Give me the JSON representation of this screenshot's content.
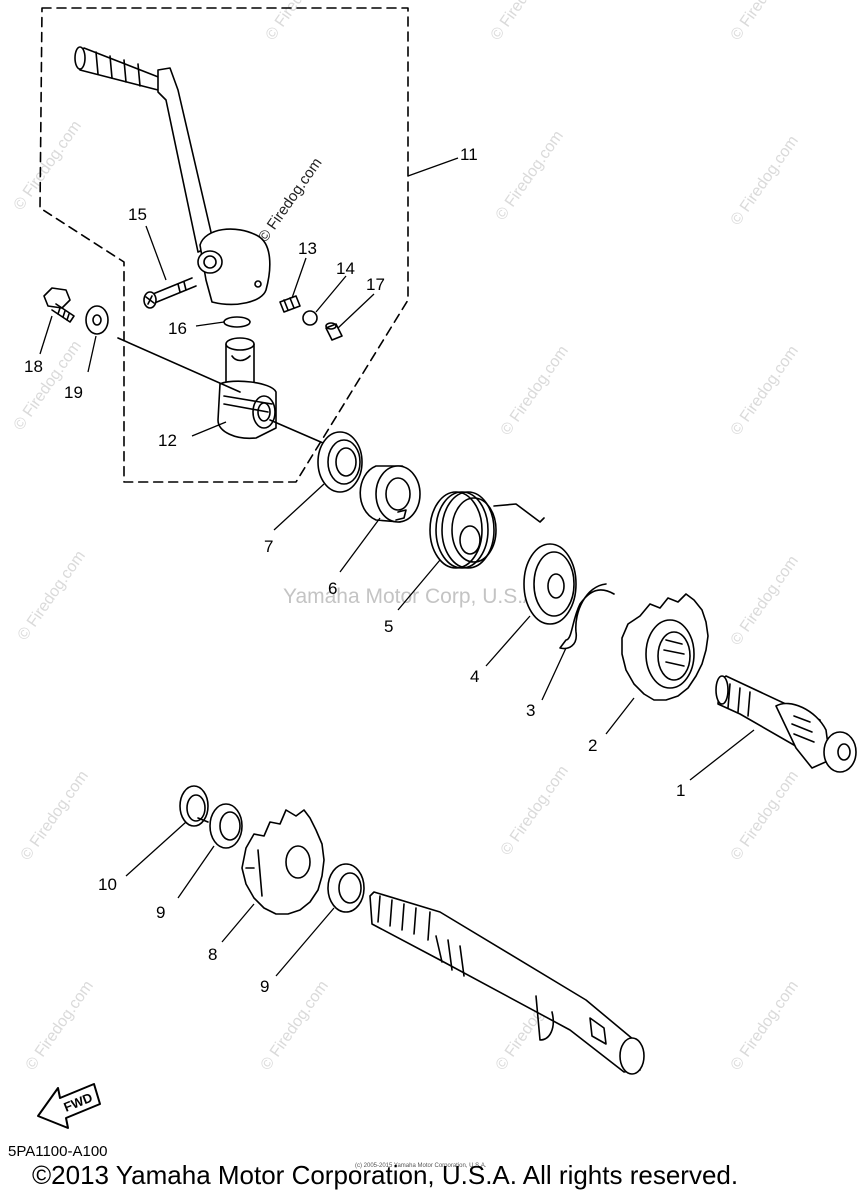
{
  "diagram": {
    "callouts": [
      {
        "id": "1",
        "label": "1"
      },
      {
        "id": "2",
        "label": "2"
      },
      {
        "id": "3",
        "label": "3"
      },
      {
        "id": "4",
        "label": "4"
      },
      {
        "id": "5",
        "label": "5"
      },
      {
        "id": "6",
        "label": "6"
      },
      {
        "id": "7",
        "label": "7"
      },
      {
        "id": "8",
        "label": "8"
      },
      {
        "id": "9a",
        "label": "9"
      },
      {
        "id": "9b",
        "label": "9"
      },
      {
        "id": "10",
        "label": "10"
      },
      {
        "id": "11",
        "label": "11"
      },
      {
        "id": "12",
        "label": "12"
      },
      {
        "id": "13",
        "label": "13"
      },
      {
        "id": "14",
        "label": "14"
      },
      {
        "id": "15",
        "label": "15"
      },
      {
        "id": "16",
        "label": "16"
      },
      {
        "id": "17",
        "label": "17"
      },
      {
        "id": "18",
        "label": "18"
      },
      {
        "id": "19",
        "label": "19"
      }
    ],
    "fwd_label": "FWD",
    "part_code": "5PA1100-A100",
    "copyright": "©2013 Yamaha Motor Corporation, U.S.A. All rights reserved.",
    "tiny_copyright": "(c) 2005-2015 Yamaha Motor Corporation, U.S.A.",
    "center_watermark": "Yamaha Motor Corp, U.S.A.",
    "firedog_watermark": "© Firedog.com",
    "line_color": "#000000",
    "watermark_color": "#d0d0d0"
  }
}
